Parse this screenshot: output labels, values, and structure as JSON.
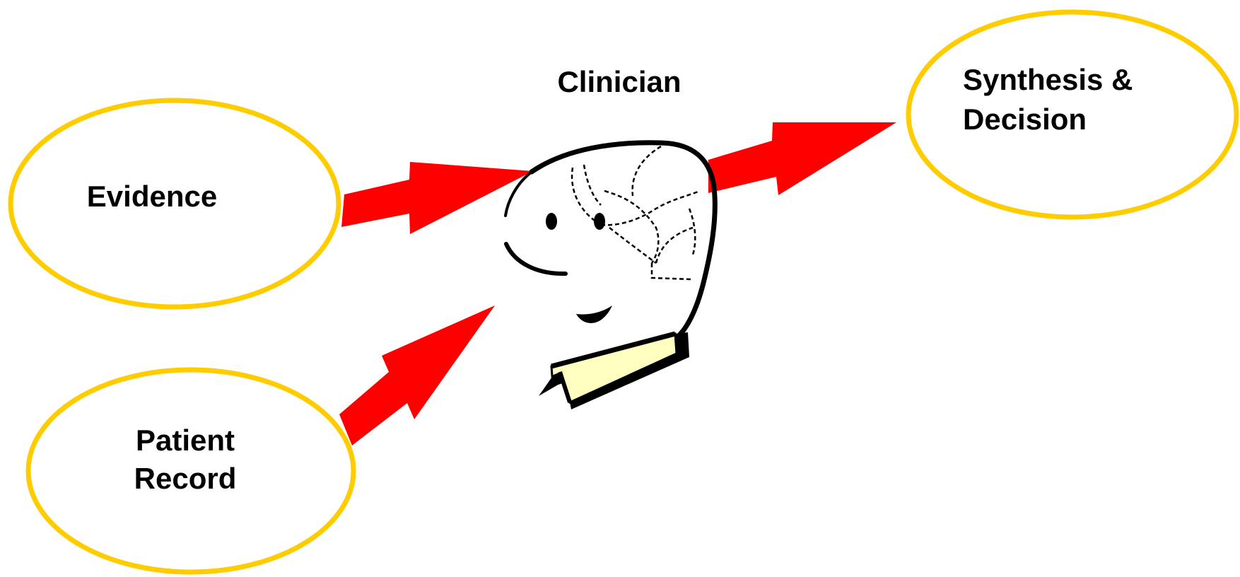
{
  "diagram": {
    "title": "Clinician",
    "nodes": {
      "evidence": {
        "lines": [
          "Evidence"
        ]
      },
      "patient_record": {
        "lines": [
          "Patient",
          "Record"
        ]
      },
      "synthesis": {
        "lines": [
          "Synthesis &",
          "Decision"
        ]
      }
    },
    "edges": [
      {
        "from": "Evidence",
        "to": "Clinician"
      },
      {
        "from": "Patient Record",
        "to": "Clinician"
      },
      {
        "from": "Clinician",
        "to": "Synthesis & Decision"
      }
    ],
    "colors": {
      "node_outline": "#FFCC00",
      "arrow": "#FF0000",
      "head_outline": "#000000",
      "collar_fill": "#FFFFC0"
    },
    "icons": [
      "clinician-head-icon"
    ]
  }
}
